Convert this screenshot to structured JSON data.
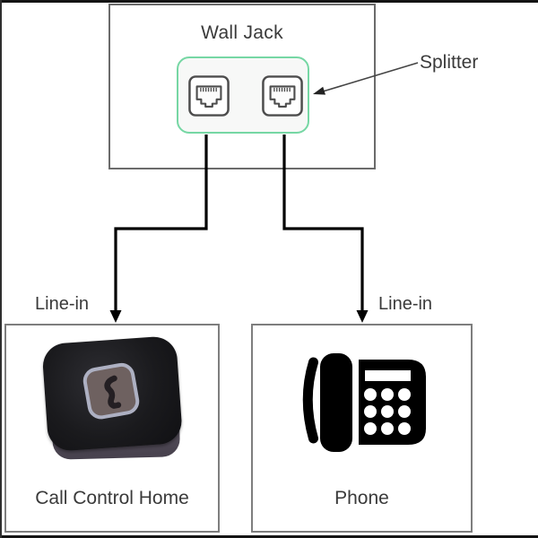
{
  "diagram": {
    "wall_jack": {
      "label": "Wall Jack"
    },
    "splitter": {
      "label": "Splitter"
    },
    "line_in_left": {
      "label": "Line-in"
    },
    "line_in_right": {
      "label": "Line-in"
    },
    "devices": [
      {
        "label": "Call Control Home"
      },
      {
        "label": "Phone"
      }
    ]
  },
  "icons": {
    "rj11_jack": "rj11-jack-icon",
    "phone": "desk-phone-icon",
    "splitter_pointer": "arrow-left-icon",
    "cable_arrows": "arrow-down-icon",
    "device_photo": "call-control-home-device-image"
  },
  "colors": {
    "splitter_border": "#76d7a4",
    "splitter_fill": "#f7f8f7",
    "cable": "#000000",
    "pointer": "#444444",
    "box_border": "#7e7e7e",
    "wall_jack_border": "#6b6b6b",
    "jack_stroke": "#4d4d4d",
    "text": "#3a3a3a",
    "frame": "#141414"
  }
}
